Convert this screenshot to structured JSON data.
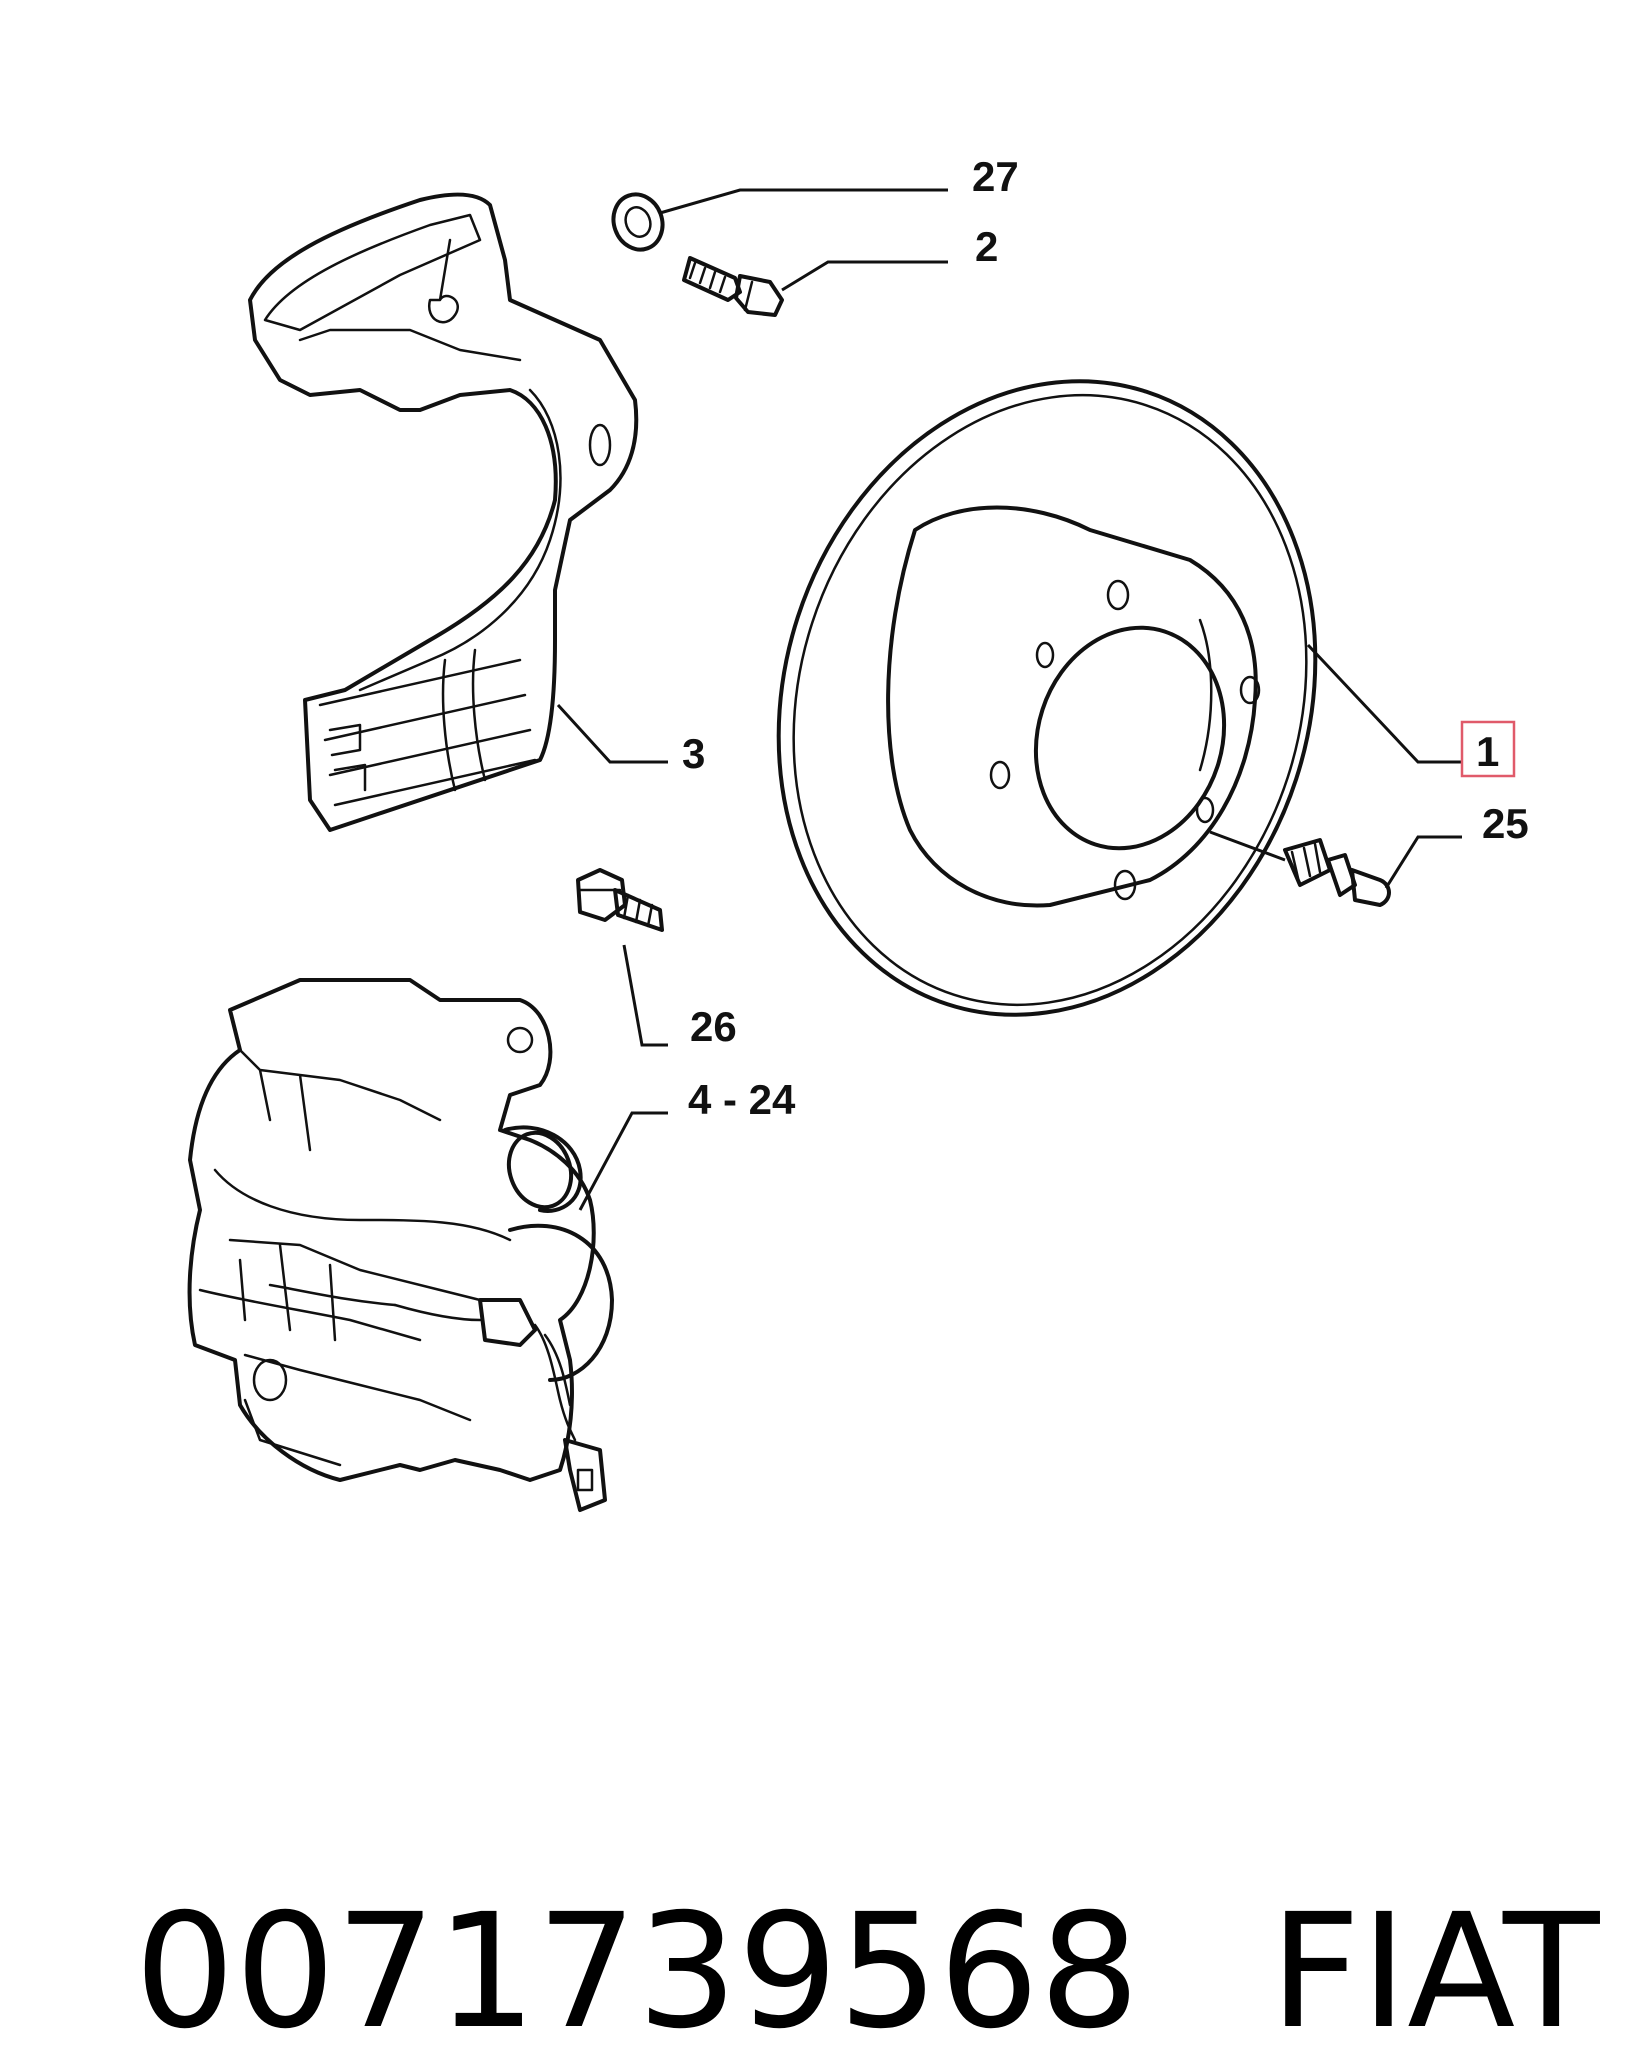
{
  "callouts": {
    "c27": "27",
    "c2": "2",
    "c3": "3",
    "c1": "1",
    "c25": "25",
    "c26": "26",
    "c4_24": "4 - 24"
  },
  "highlight_color": "#e05a6a",
  "footer": {
    "part_number": "0071739568",
    "brand": "FIAT"
  }
}
